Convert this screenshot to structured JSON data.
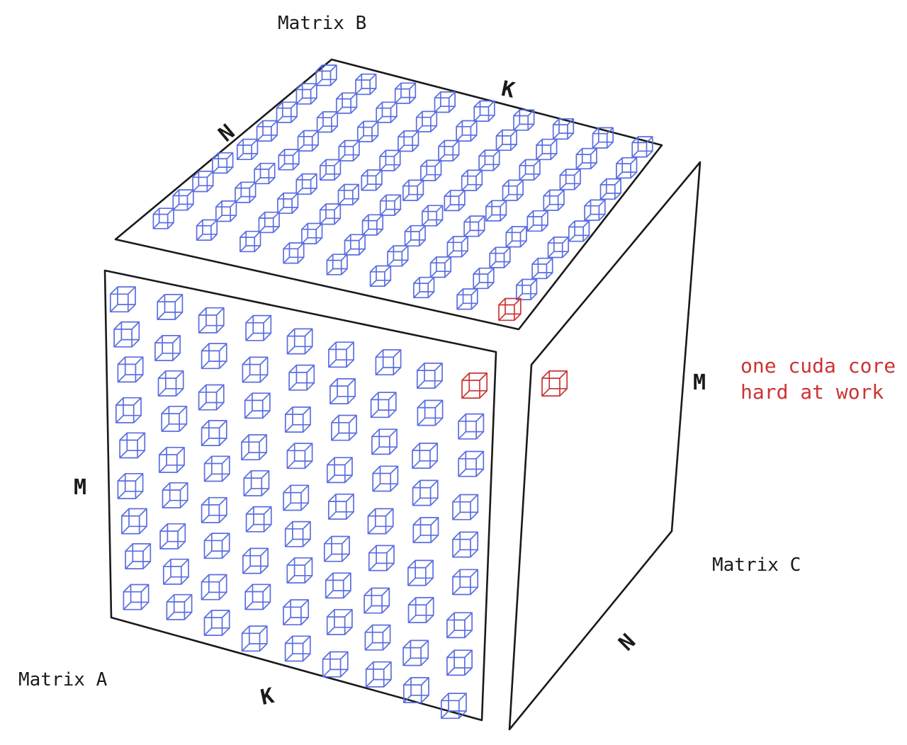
{
  "labels": {
    "matrix_a": "Matrix A",
    "matrix_b": "Matrix B",
    "matrix_c": "Matrix C"
  },
  "axes": {
    "matrix_a_vertical": "M",
    "matrix_a_horizontal": "K",
    "matrix_b_left": "N",
    "matrix_b_right": "K",
    "matrix_c_vertical": "M",
    "matrix_c_horizontal": "N"
  },
  "annotation": {
    "line1": "one cuda core",
    "line2": "hard at work"
  },
  "colors": {
    "core": "#5a6ee0",
    "active_core": "#cc3333",
    "outline": "#1a1a1a",
    "annotation_text": "#cc3333"
  },
  "grid": {
    "matrix_a": {
      "rows": 9,
      "cols": 9
    },
    "matrix_b": {
      "rows": 9,
      "cols": 9
    }
  }
}
